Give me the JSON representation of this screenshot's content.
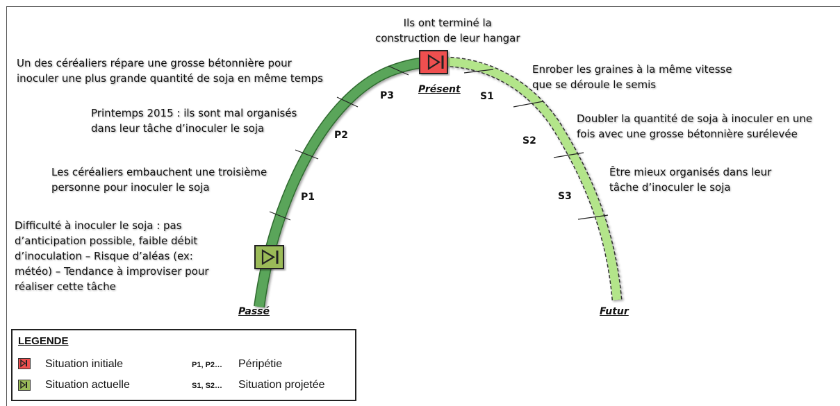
{
  "colors": {
    "past_arc": "#5aa55a",
    "future_arc": "#b3e58a",
    "initial_icon": "#ef4f4f",
    "current_icon": "#9bbb59"
  },
  "events": {
    "present_event": "Ils ont terminé la\nconstruction de leur hangar",
    "p3_event": "Un des céréaliers répare une grosse bétonnière pour\ninoculer une plus grande quantité de soja en même temps",
    "p2_event": "Printemps 2015 : ils sont mal organisés\ndans leur tâche d’inoculer le soja",
    "p1_event": "Les céréaliers embauchent une troisième\npersonne pour inoculer le soja",
    "past_event": "Difficulté à inoculer le soja : pas\nd’anticipation possible, faible débit\nd’inoculation – Risque d’aléas (ex:\nmétéo) – Tendance à improviser pour\nréaliser cette tâche",
    "s1_event": "Enrober les graines à la même vitesse\nque se déroule le semis",
    "s2_event": "Doubler la quantité de soja à inoculer en une\nfois avec une grosse bétonnière surélevée",
    "s3_event": "Être mieux organisés dans leur\ntâche d’inoculer le soja"
  },
  "labels": {
    "p1": "P1",
    "p2": "P2",
    "p3": "P3",
    "s1": "S1",
    "s2": "S2",
    "s3": "S3",
    "present": "Présent",
    "past": "Passé",
    "future": "Futur"
  },
  "legend": {
    "title": "LEGENDE",
    "initial": "Situation initiale",
    "current": "Situation actuelle",
    "p_codes": "P1, P2…",
    "p_meaning": "Péripétie",
    "s_codes": "S1, S2…",
    "s_meaning": "Situation projetée"
  },
  "icons": {
    "initial": "play-to-end-icon",
    "current": "play-to-end-icon"
  }
}
